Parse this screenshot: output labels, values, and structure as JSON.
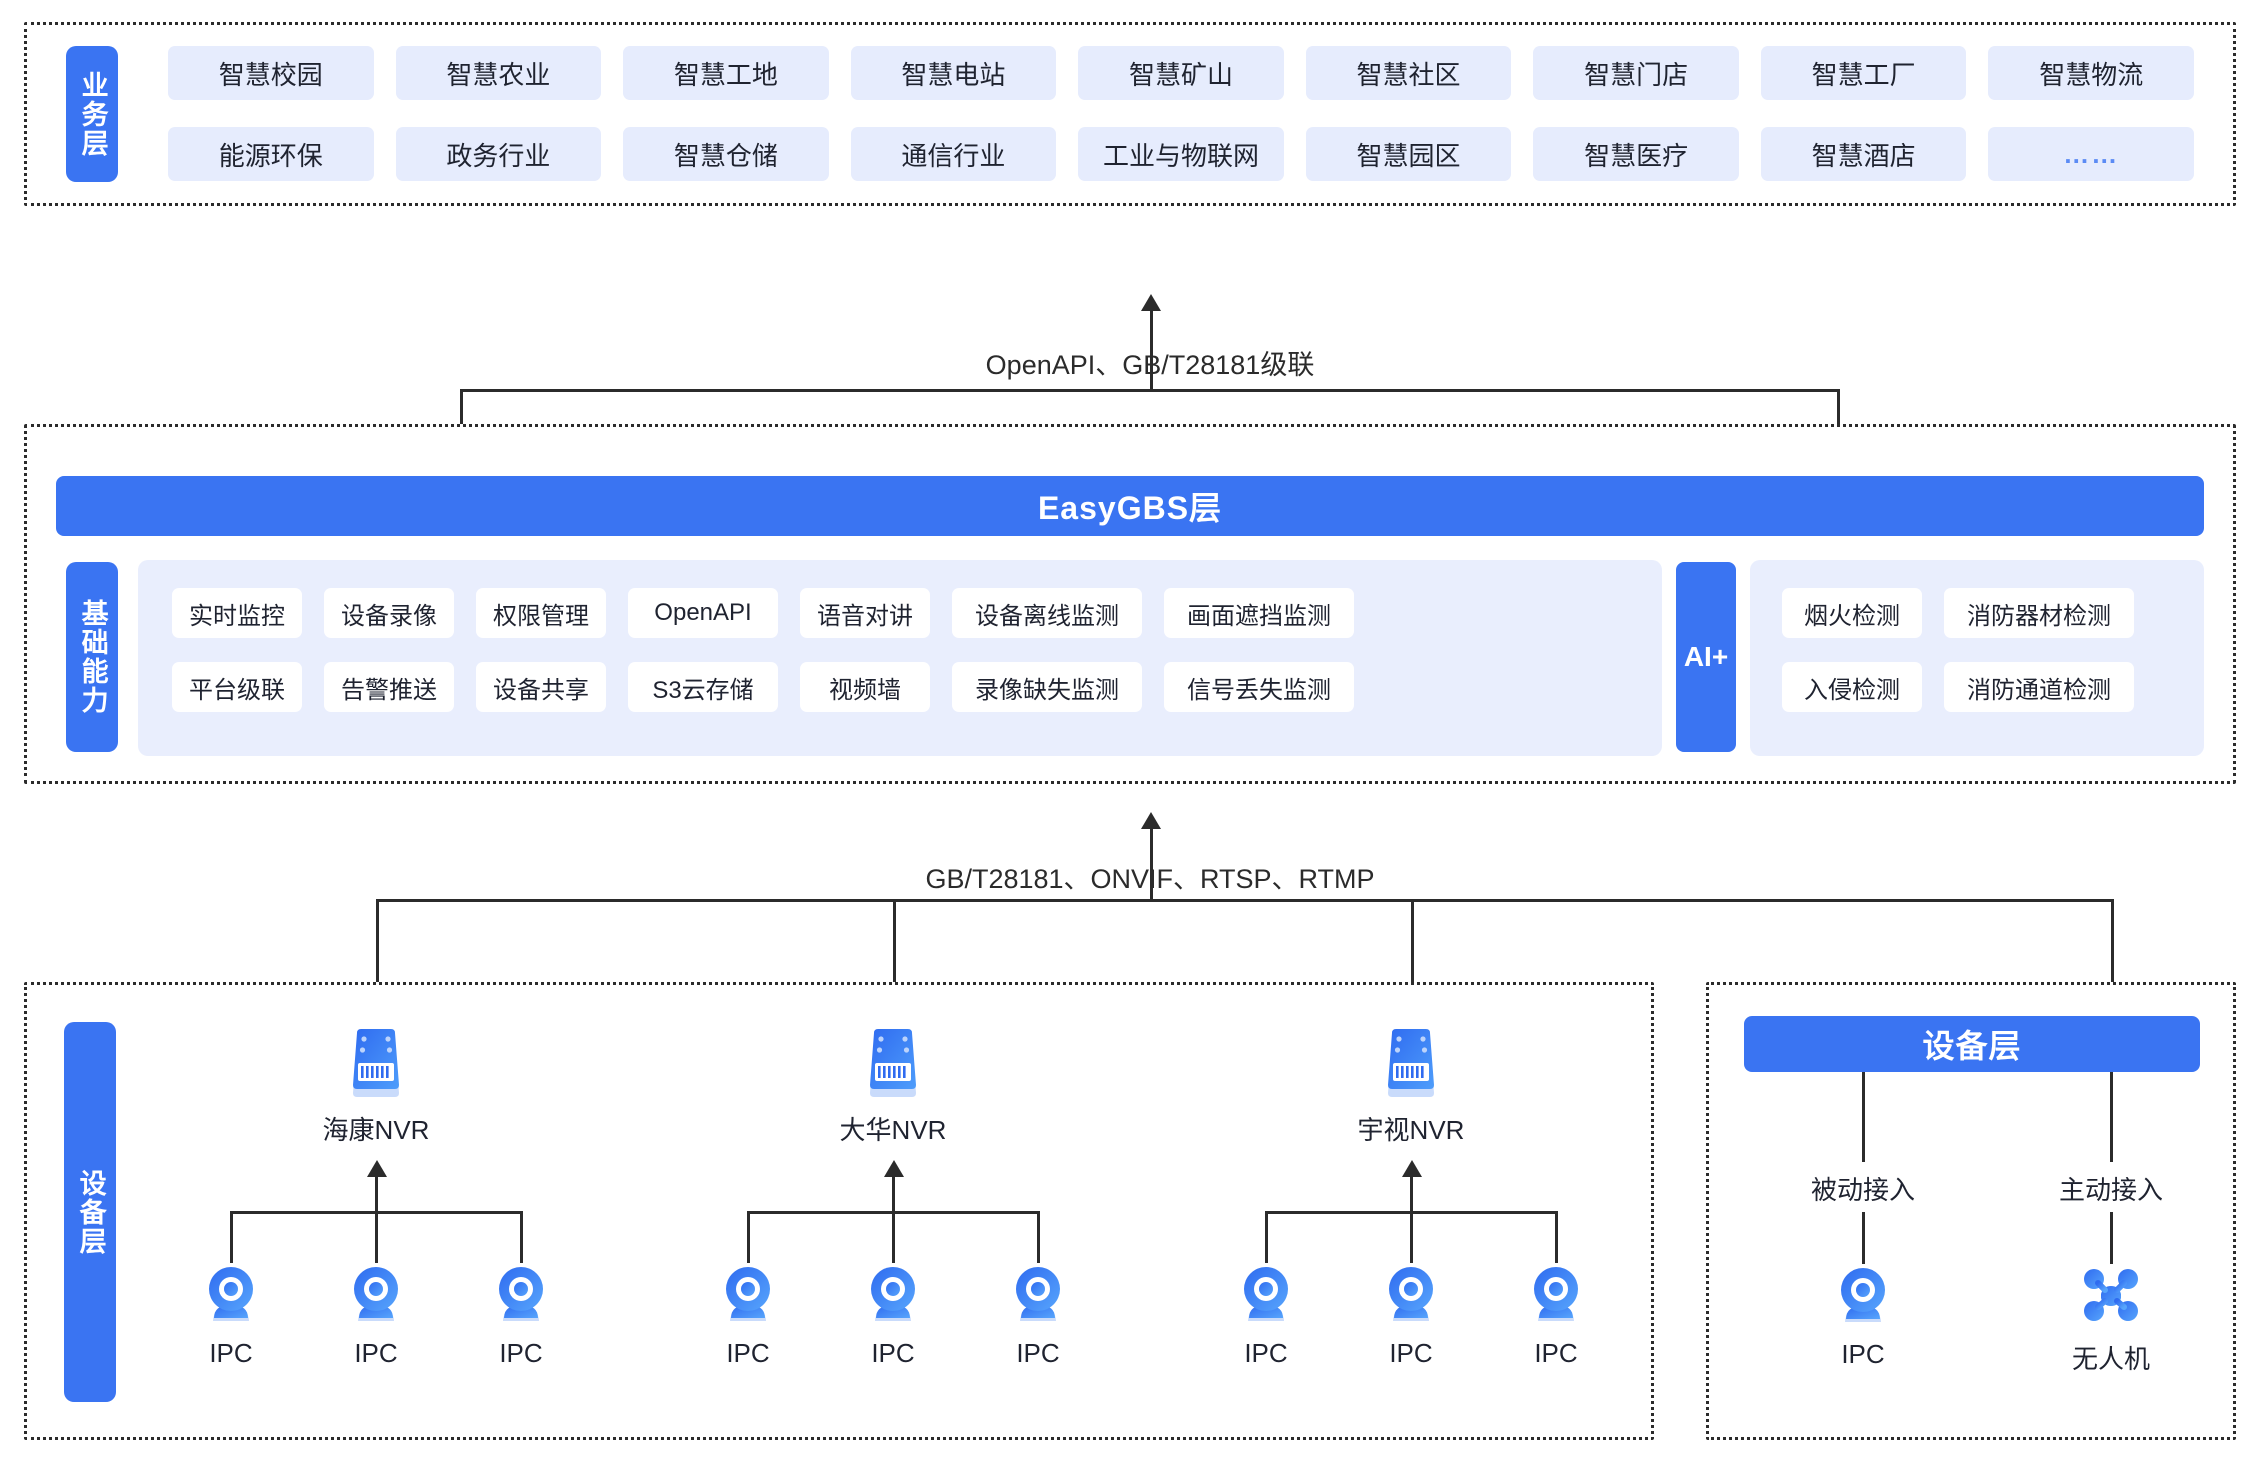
{
  "business_layer": {
    "tab_label": "业务层",
    "chips_row1": [
      "智慧校园",
      "智慧农业",
      "智慧工地",
      "智慧电站",
      "智慧矿山",
      "智慧社区",
      "智慧门店",
      "智慧工厂",
      "智慧物流"
    ],
    "chips_row2": [
      "能源环保",
      "政务行业",
      "智慧仓储",
      "通信行业",
      "工业与物联网",
      "智慧园区",
      "智慧医疗",
      "智慧酒店",
      "……"
    ]
  },
  "connector_top": {
    "label": "OpenAPI、GB/T28181级联"
  },
  "platform_layer": {
    "title_bar": "EasyGBS层",
    "tab_label": "基础能力",
    "capabilities_row1": [
      "实时监控",
      "设备录像",
      "权限管理",
      "OpenAPI",
      "语音对讲",
      "设备离线监测",
      "画面遮挡监测"
    ],
    "capabilities_row2": [
      "平台级联",
      "告警推送",
      "设备共享",
      "S3云存储",
      "视频墙",
      "录像缺失监测",
      "信号丢失监测"
    ],
    "ai": {
      "tab_label": "AI+",
      "row1": [
        "烟火检测",
        "消防器材检测"
      ],
      "row2": [
        "入侵检测",
        "消防通道检测"
      ]
    }
  },
  "connector_bottom": {
    "label": "GB/T28181、ONVIF、RTSP、RTMP"
  },
  "device_layer_left": {
    "tab_label": "设备层",
    "nvr_groups": [
      {
        "nvr_label": "海康NVR",
        "cameras": [
          "IPC",
          "IPC",
          "IPC"
        ]
      },
      {
        "nvr_label": "大华NVR",
        "cameras": [
          "IPC",
          "IPC",
          "IPC"
        ]
      },
      {
        "nvr_label": "宇视NVR",
        "cameras": [
          "IPC",
          "IPC",
          "IPC"
        ]
      }
    ]
  },
  "device_layer_right": {
    "title_bar": "设备层",
    "branches": [
      {
        "access_label": "被动接入",
        "device_label": "IPC",
        "icon": "ipc-camera-icon"
      },
      {
        "access_label": "主动接入",
        "device_label": "无人机",
        "icon": "drone-icon"
      }
    ]
  },
  "colors": {
    "brand_blue": "#3a74f2",
    "chip_bg": "#e6ecfd",
    "panel_bg": "#e9eefd",
    "line": "#2b2b2b",
    "white": "#ffffff"
  }
}
